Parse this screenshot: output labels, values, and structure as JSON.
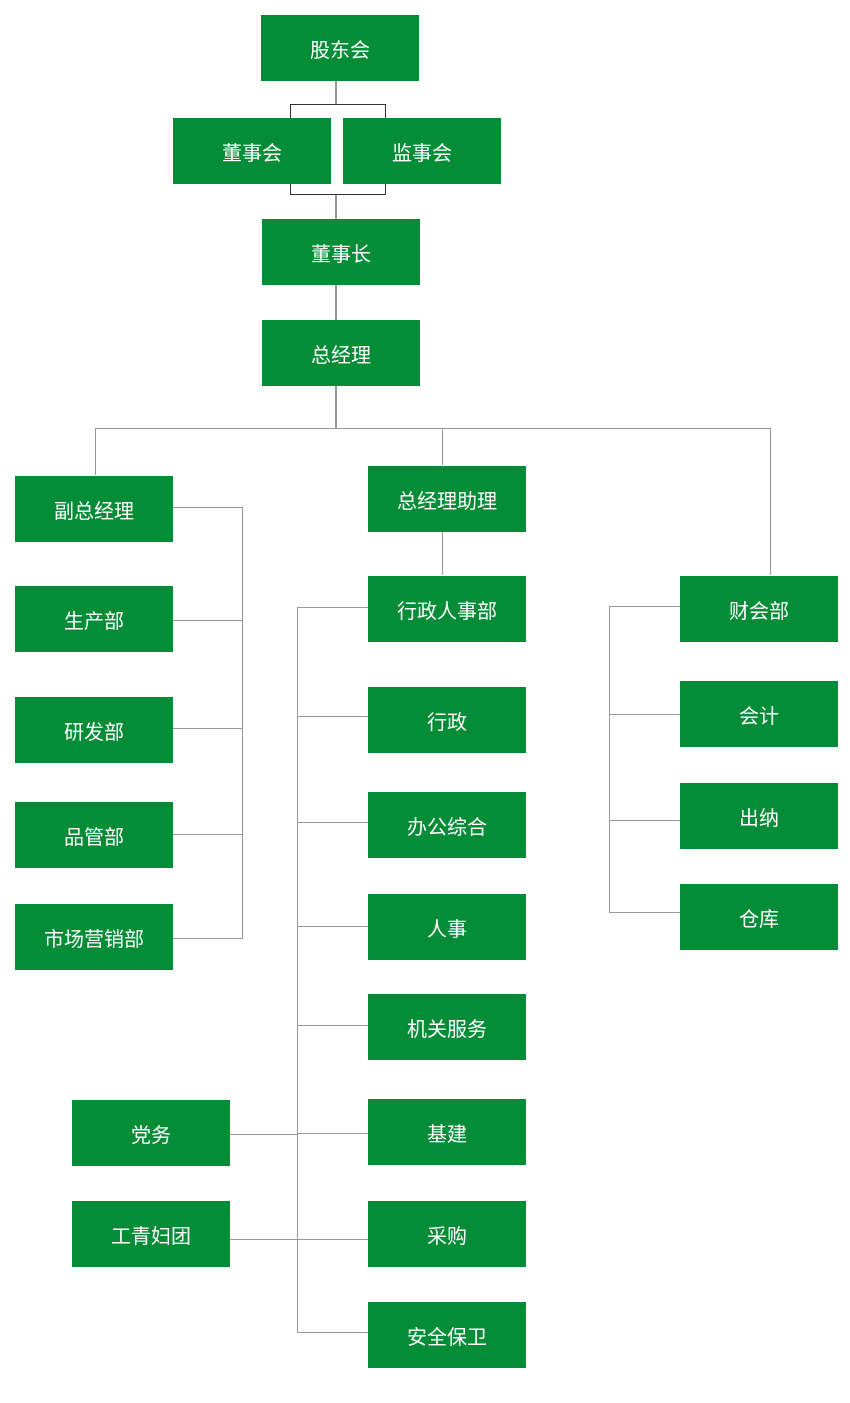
{
  "org": {
    "shareholders": "股东会",
    "board": "董事会",
    "supervisors": "监事会",
    "chairman": "董事长",
    "gm": "总经理",
    "deputy_gm": "副总经理",
    "gm_assistant": "总经理助理",
    "production": "生产部",
    "rnd": "研发部",
    "quality": "品管部",
    "marketing": "市场营销部",
    "admin_hr": "行政人事部",
    "admin": "行政",
    "office": "办公综合",
    "hr": "人事",
    "services": "机关服务",
    "construction": "基建",
    "procurement": "采购",
    "security": "安全保卫",
    "party": "党务",
    "unions": "工青妇团",
    "finance": "财会部",
    "accounting": "会计",
    "cashier": "出纳",
    "warehouse": "仓库"
  },
  "colors": {
    "box": "#058c37",
    "line": "#999999",
    "line_top": "#333333",
    "text": "#ffffff"
  }
}
